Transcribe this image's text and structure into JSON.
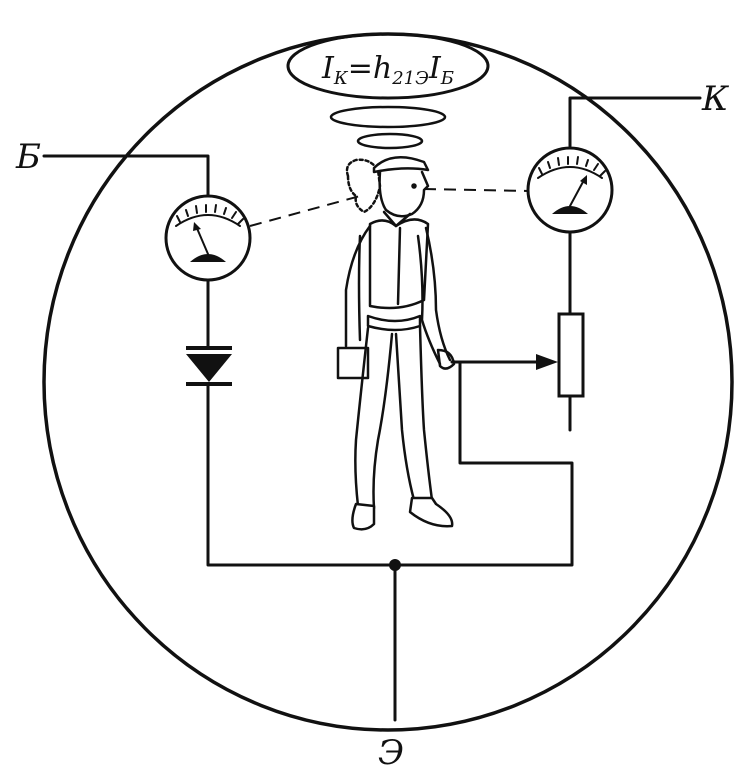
{
  "labels": {
    "base": "Б",
    "collector": "К",
    "emitter": "Э"
  },
  "formula": {
    "lhs_symbol": "I",
    "lhs_sub": "К",
    "equals": "=",
    "coef_symbol": "h",
    "coef_sub": "21Э",
    "rhs_symbol": "I",
    "rhs_sub": "Б"
  },
  "colors": {
    "ink": "#111111",
    "paper": "#ffffff"
  }
}
